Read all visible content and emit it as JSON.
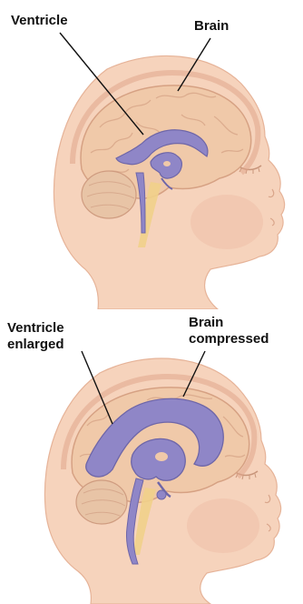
{
  "diagrams": [
    {
      "labels": {
        "ventricle": [
          "Ventricle"
        ],
        "brain": [
          "Brain"
        ]
      }
    },
    {
      "labels": {
        "ventricle": [
          "Ventricle",
          "enlarged"
        ],
        "brain": [
          "Brain",
          "compressed"
        ]
      }
    }
  ],
  "colors": {
    "skin": "#f6d3bc",
    "skin_shadow": "#e9b9a0",
    "brain_fill": "#f0c9a9",
    "brain_outline": "#d6a183",
    "ventricle": "#8f86c7",
    "ventricle_outline": "#6e66a8",
    "ventricle_dark": "#5a5291",
    "cerebellum": "#e8c4a6",
    "csf_fluid": "#f1d08a",
    "leader_line": "#111111"
  }
}
